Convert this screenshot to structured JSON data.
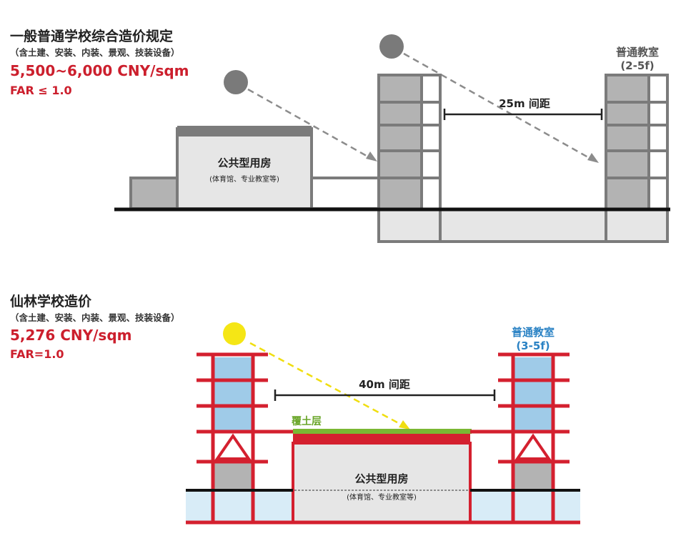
{
  "top": {
    "title": "一般普通学校综合造价规定",
    "scope": "（含土建、安装、内装、景观、技装设备）",
    "cost": "5,500~6,000 CNY/sqm",
    "far": "FAR ≤ 1.0",
    "public_building": "公共型用房",
    "public_building_note": "(体育馆、专业教室等)",
    "distance": "25m 间距",
    "classroom": "普通教室",
    "classroom_floors": "(2-5f)"
  },
  "bottom": {
    "title": "仙林学校造价",
    "scope": "（含土建、安装、内装、景观、技装设备）",
    "cost": "5,276 CNY/sqm",
    "far": "FAR=1.0",
    "distance": "40m 间距",
    "soil_layer": "覆土层",
    "public_building": "公共型用房",
    "public_building_note": "(体育馆、专业教室等)",
    "classroom": "普通教室",
    "classroom_floors": "(3-5f)"
  },
  "colors": {
    "red": "#d4202f",
    "gray_frame": "#7b7b7b",
    "gray_fill": "#b3b3b3",
    "light_gray": "#e6e6e6",
    "blue_glass": "#9fcbe8",
    "light_blue": "#d8ecf7",
    "green": "#7ab733",
    "sun_yellow": "#f5e615",
    "sun_gray": "#7a7a7a",
    "accent_blue": "#2a82c4"
  }
}
